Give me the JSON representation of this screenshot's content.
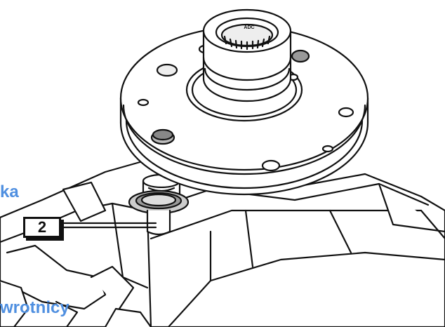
{
  "labels": {
    "top_left_fragment": "ka",
    "bottom_fragment": "wrotnicy",
    "callout_number": "2",
    "hub_stamp": "ADC"
  },
  "colors": {
    "overlay_text": "#4f8fe0",
    "line_art": "#111111",
    "background": "#ffffff"
  }
}
